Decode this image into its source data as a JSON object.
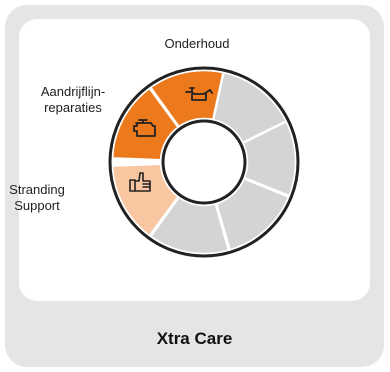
{
  "labels": {
    "top": "Onderhoud",
    "left": "Aandrijflijn-\nreparaties",
    "bottom": "Stranding\nSupport"
  },
  "footer": {
    "title": "Xtra Care"
  },
  "colors": {
    "card_bg": "#e5e5e5",
    "inner_bg": "#ffffff",
    "active_orange": "#ec7a1c",
    "light_orange": "#f8c6a0",
    "inactive_grey": "#d4d4d4",
    "segment_stroke": "#ffffff"
  },
  "segments": [
    {
      "name": "onderhoud",
      "state": "active",
      "icon": "oil-can-icon"
    },
    {
      "name": "aandrijflijn-reparaties",
      "state": "active",
      "icon": "engine-icon"
    },
    {
      "name": "stranding-support",
      "state": "partial",
      "icon": "thumbs-up-icon"
    },
    {
      "name": "segment-4",
      "state": "inactive",
      "icon": ""
    },
    {
      "name": "segment-5",
      "state": "inactive",
      "icon": ""
    },
    {
      "name": "segment-6",
      "state": "inactive",
      "icon": ""
    },
    {
      "name": "segment-7",
      "state": "inactive",
      "icon": ""
    }
  ]
}
